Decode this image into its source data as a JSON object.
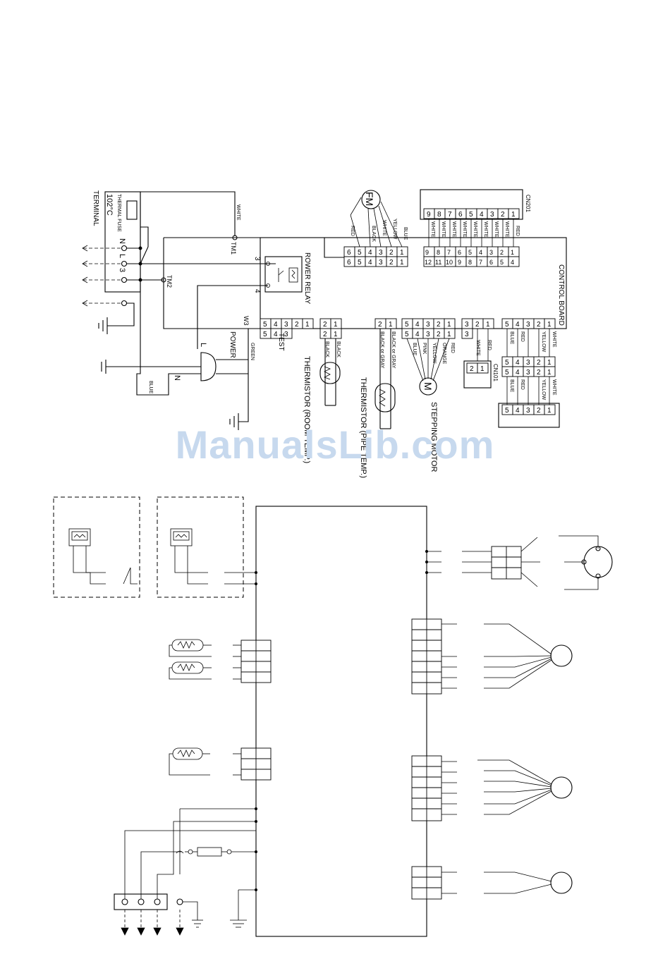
{
  "labels": {
    "terminal": "TERMINAL",
    "thermal_fuse": "THERMAL FUSE",
    "fuse_temp": "102°C",
    "power_relay": "ROWER RELAY",
    "control_board": "CONTROL BOARD",
    "tm1": "TM1",
    "tm2": "TM2",
    "w3": "W3",
    "cn201": "CN201",
    "cn101": "CN101",
    "fan_motor": "FM",
    "stepping_motor_symbol": "M",
    "stepping_motor": "STEPPING MOTOR",
    "room_thermistor": "THERMISTOR (ROOM TEMP.)",
    "pipe_thermistor": "THERMISTOR (PIPE TEMP.)",
    "test": "TEST",
    "power": "POWER",
    "plug_l": "L",
    "plug_n": "N",
    "terminal_n": "N",
    "terminal_l": "L",
    "terminal_3": "3",
    "relay_3": "3",
    "relay_4": "4"
  },
  "wires": {
    "white": "WHITE",
    "red": "RED",
    "black": "BLACK",
    "yellow": "YELLOW",
    "blue": "BLUE",
    "green": "GREEN",
    "orange": "ORANGE",
    "pink": "PINK",
    "black_or_gray": "BLACK or GRAY"
  },
  "watermark": "ManualsLib.com"
}
